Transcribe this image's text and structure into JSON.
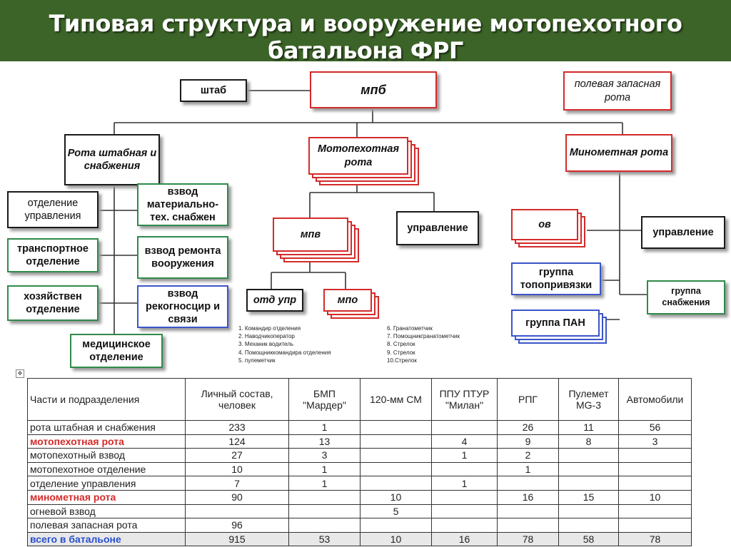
{
  "header": {
    "title": "Типовая структура и вооружение мотопехотного батальона ФРГ"
  },
  "org": {
    "mpb": "мпб",
    "shtab": "штаб",
    "field_reserve": "полевая запасная рота",
    "hq_company": "Рота штабная и снабжения",
    "mech_company": "Мотопехотная рота",
    "mortar_company": "Минометная рота",
    "control_section": "отделение управления",
    "transport_section": "транспортное отделение",
    "household_section": "хозяйствен отделение",
    "medical_section": "медицинское отделение",
    "supply_platoon": "взвод материально-тех. снабжен",
    "repair_platoon": "взвод ремонта вооружения",
    "recon_platoon": "взвод рекогносцир и связи",
    "mpv": "мпв",
    "management_mid": "управление",
    "otd_upr": "отд упр",
    "mpo": "мпо",
    "ov": "ов",
    "management_right": "управление",
    "topo_group": "группа топопривязки",
    "pan_group": "группа ПАН",
    "supply_group": "группа снабжения"
  },
  "legend_left": [
    "1. Командир отделения",
    "2. Наводчикоператор",
    "3. Механик водитель",
    "4. Помощниккомандира отделения",
    "5. пулеметчик"
  ],
  "legend_right": [
    "6. Гранатометчик",
    "7. Помощникгранатометчик",
    "8. Стрелок",
    "9. Стрелок",
    "10.Стрелок"
  ],
  "table": {
    "headers": [
      "Части и подразделения",
      "Личный состав, человек",
      "БМП \"Мардер\"",
      "120-мм СМ",
      "ППУ ПТУР \"Милан\"",
      "РПГ",
      "Пулемет MG-3",
      "Автомобили"
    ],
    "rows": [
      {
        "name": "рота штабная и снабжения",
        "cells": [
          "233",
          "1",
          "",
          "",
          "26",
          "11",
          "56"
        ]
      },
      {
        "name": "мотопехотная рота",
        "cells": [
          "124",
          "13",
          "",
          "4",
          "9",
          "8",
          "3"
        ]
      },
      {
        "name": "мотопехотный взвод",
        "cells": [
          "27",
          "3",
          "",
          "1",
          "2",
          "",
          ""
        ]
      },
      {
        "name": "мотопехотное отделение",
        "cells": [
          "10",
          "1",
          "",
          "",
          "1",
          "",
          ""
        ]
      },
      {
        "name": "отделение управления",
        "cells": [
          "7",
          "1",
          "",
          "1",
          "",
          "",
          ""
        ]
      },
      {
        "name": "минометная рота",
        "cells": [
          "90",
          "",
          "10",
          "",
          "16",
          "15",
          "10"
        ]
      },
      {
        "name": "огневой взвод",
        "cells": [
          "",
          "",
          "5",
          "",
          "",
          "",
          ""
        ]
      },
      {
        "name": "полевая запасная рота",
        "cells": [
          "96",
          "",
          "",
          "",
          "",
          "",
          ""
        ]
      },
      {
        "name": "всего в батальоне",
        "cells": [
          "915",
          "53",
          "10",
          "16",
          "78",
          "58",
          "78"
        ]
      }
    ]
  },
  "colors": {
    "header_bg": "#3c6428",
    "red": "#d42a2a",
    "green": "#2f8a4a",
    "blue": "#3b55c8"
  }
}
